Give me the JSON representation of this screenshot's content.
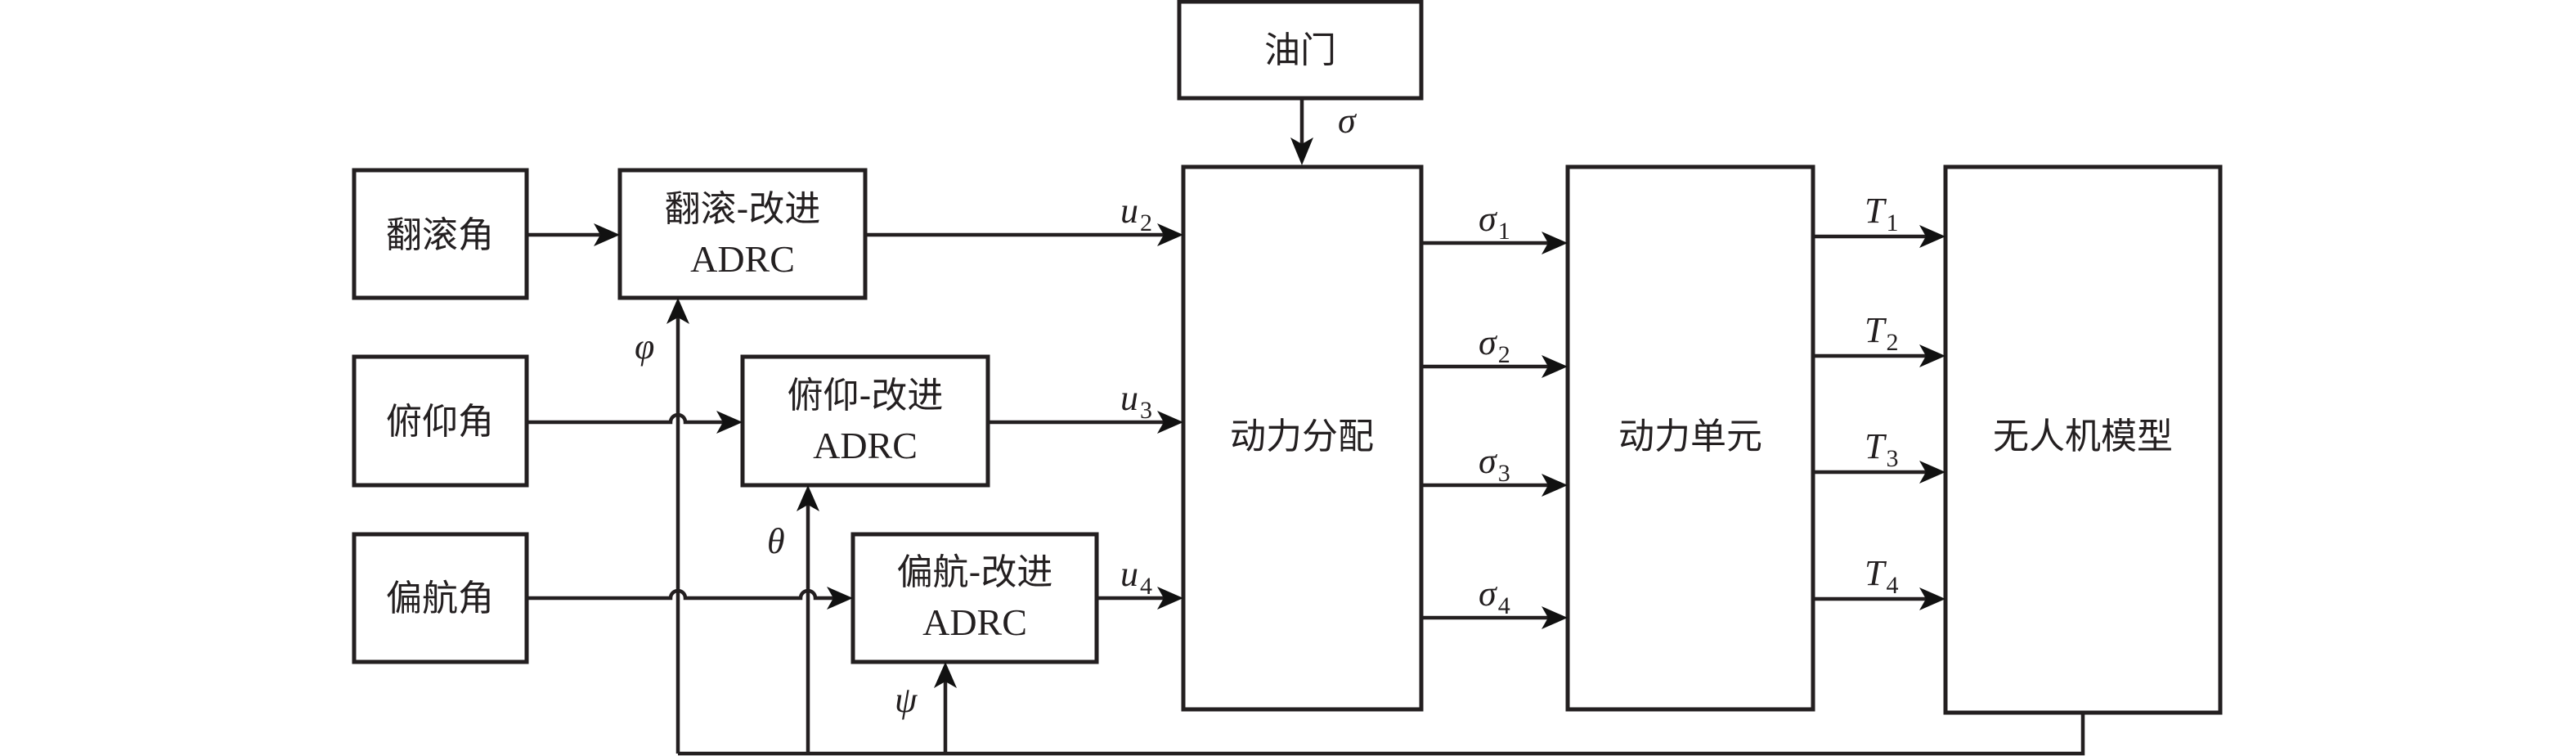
{
  "diagram": {
    "title": "Improved ADRC attitude control structure of UAV",
    "blocks": {
      "throttle": "油门",
      "roll_angle": "翻滚角",
      "pitch_angle": "俯仰角",
      "yaw_angle": "偏航角",
      "roll_adrc_line1": "翻滚-改进",
      "roll_adrc_line2": "ADRC",
      "pitch_adrc_line1": "俯仰-改进",
      "pitch_adrc_line2": "ADRC",
      "yaw_adrc_line1": "偏航-改进",
      "yaw_adrc_line2": "ADRC",
      "power_allocation": "动力分配",
      "power_unit": "动力单元",
      "uav_model": "无人机模型"
    },
    "signals": {
      "throttle_out": {
        "sym": "σ",
        "sub": ""
      },
      "u2": {
        "sym": "u",
        "sub": "2"
      },
      "u3": {
        "sym": "u",
        "sub": "3"
      },
      "u4": {
        "sym": "u",
        "sub": "4"
      },
      "sigma1": {
        "sym": "σ",
        "sub": "1"
      },
      "sigma2": {
        "sym": "σ",
        "sub": "2"
      },
      "sigma3": {
        "sym": "σ",
        "sub": "3"
      },
      "sigma4": {
        "sym": "σ",
        "sub": "4"
      },
      "T1": {
        "sym": "T",
        "sub": "1"
      },
      "T2": {
        "sym": "T",
        "sub": "2"
      },
      "T3": {
        "sym": "T",
        "sub": "3"
      },
      "T4": {
        "sym": "T",
        "sub": "4"
      },
      "phi": {
        "sym": "φ",
        "sub": ""
      },
      "theta": {
        "sym": "θ",
        "sub": ""
      },
      "psi": {
        "sym": "ψ",
        "sub": ""
      }
    },
    "connections": [
      {
        "from": "roll_angle",
        "to": "roll_adrc"
      },
      {
        "from": "pitch_angle",
        "to": "pitch_adrc"
      },
      {
        "from": "yaw_angle",
        "to": "yaw_adrc"
      },
      {
        "from": "roll_adrc",
        "to": "power_allocation",
        "label": "u2"
      },
      {
        "from": "pitch_adrc",
        "to": "power_allocation",
        "label": "u3"
      },
      {
        "from": "yaw_adrc",
        "to": "power_allocation",
        "label": "u4"
      },
      {
        "from": "throttle",
        "to": "power_allocation",
        "label": "σ"
      },
      {
        "from": "power_allocation",
        "to": "power_unit",
        "label": "σ1"
      },
      {
        "from": "power_allocation",
        "to": "power_unit",
        "label": "σ2"
      },
      {
        "from": "power_allocation",
        "to": "power_unit",
        "label": "σ3"
      },
      {
        "from": "power_allocation",
        "to": "power_unit",
        "label": "σ4"
      },
      {
        "from": "power_unit",
        "to": "uav_model",
        "label": "T1"
      },
      {
        "from": "power_unit",
        "to": "uav_model",
        "label": "T2"
      },
      {
        "from": "power_unit",
        "to": "uav_model",
        "label": "T3"
      },
      {
        "from": "power_unit",
        "to": "uav_model",
        "label": "T4"
      },
      {
        "from": "uav_model",
        "to": "roll_adrc",
        "label": "φ",
        "type": "feedback"
      },
      {
        "from": "uav_model",
        "to": "pitch_adrc",
        "label": "θ",
        "type": "feedback"
      },
      {
        "from": "uav_model",
        "to": "yaw_adrc",
        "label": "ψ",
        "type": "feedback"
      }
    ]
  }
}
